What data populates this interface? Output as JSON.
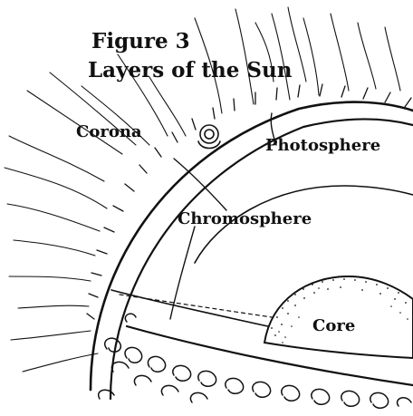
{
  "figure": {
    "title_line1": "Figure 3",
    "title_line2": "Layers of the Sun"
  },
  "labels": {
    "corona": "Corona",
    "photosphere": "Photosphere",
    "chromosphere": "Chromosphere",
    "core": "Core"
  },
  "colors": {
    "ink": "#111111",
    "paper": "#ffffff"
  }
}
